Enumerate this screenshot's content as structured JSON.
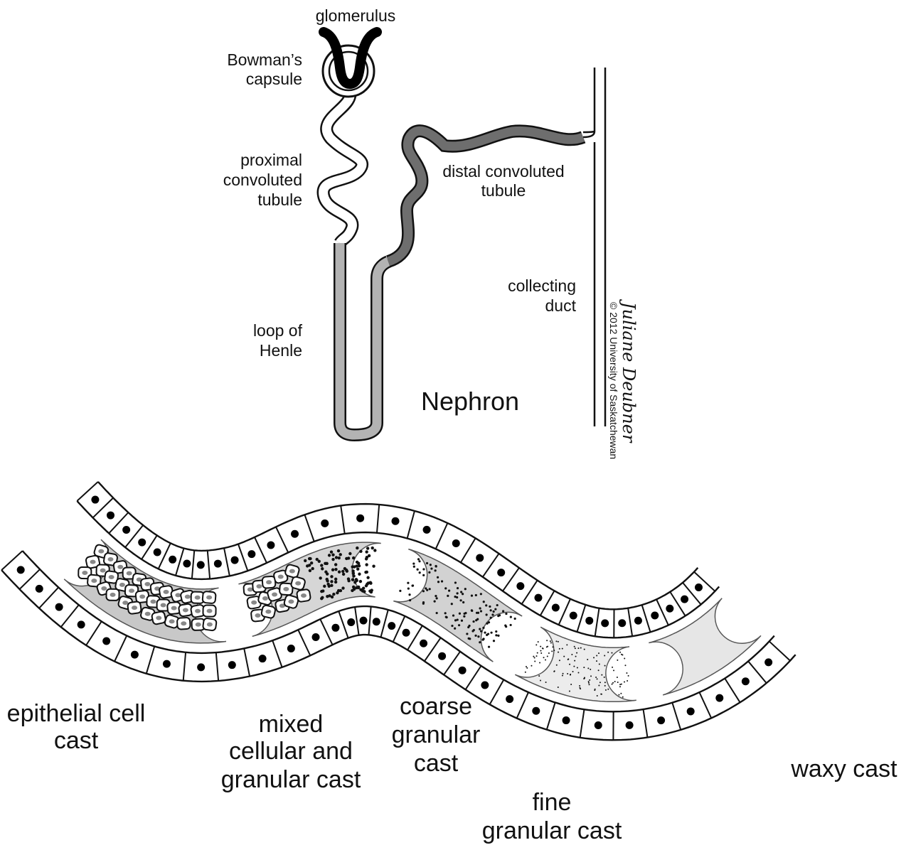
{
  "nephron": {
    "title": "Nephron",
    "labels": {
      "glomerulus": "glomerulus",
      "bowmans_capsule": [
        "Bowman’s",
        "capsule"
      ],
      "proximal": [
        "proximal",
        "convoluted",
        "tubule"
      ],
      "distal": [
        "distal convoluted",
        "tubule"
      ],
      "collecting": [
        "collecting",
        "duct"
      ],
      "loop": [
        "loop of",
        "Henle"
      ]
    },
    "signature": "Juliane Deubner",
    "copyright": "© 2012 University of Saskatchewan",
    "colors": {
      "distal_tubule": "#6e6e6e",
      "loop_of_henle": "#b3b3b3",
      "proximal_tubule": "#ffffff",
      "glomerulus": "#000000"
    }
  },
  "casts": {
    "labels": {
      "epithelial": [
        "epithelial cell",
        "cast"
      ],
      "mixed": [
        "mixed",
        "cellular and",
        "granular cast"
      ],
      "coarse": [
        "coarse",
        "granular",
        "cast"
      ],
      "fine": [
        "fine",
        "granular cast"
      ],
      "waxy": "waxy cast"
    },
    "colors": {
      "epithelial_cast": "#c8c8c8",
      "coarse_granular_cast": "#d2d2d2",
      "fine_granular_cast": "#ececec",
      "waxy_cast": "#e6e6e6",
      "nucleus": "#000000"
    }
  }
}
